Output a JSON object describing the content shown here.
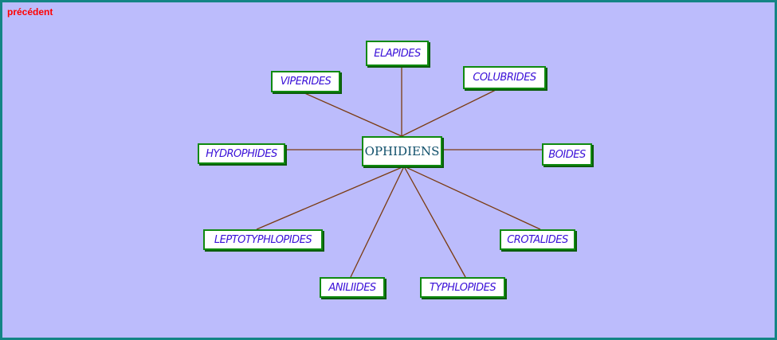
{
  "nav": {
    "previous_label": "précédent"
  },
  "diagram": {
    "center": "OPHIDIENS",
    "branches": {
      "elapides": "ELAPIDES",
      "viperides": "VIPERIDES",
      "colubrides": "COLUBRIDES",
      "hydrophides": "HYDROPHIDES",
      "boides": "BOIDES",
      "leptotyphlopides": "LEPTOTYPHLOPIDES",
      "crotalides": "CROTALIDES",
      "aniliides": "ANILIIDES",
      "typhlopides": "TYPHLOPIDES"
    }
  },
  "colors": {
    "background": "#bcbcfc",
    "frame": "#138585",
    "connector": "#7b3a10",
    "node_border": "#0f8a0f",
    "node_text": "#3a10d8",
    "link": "#ff0000"
  }
}
